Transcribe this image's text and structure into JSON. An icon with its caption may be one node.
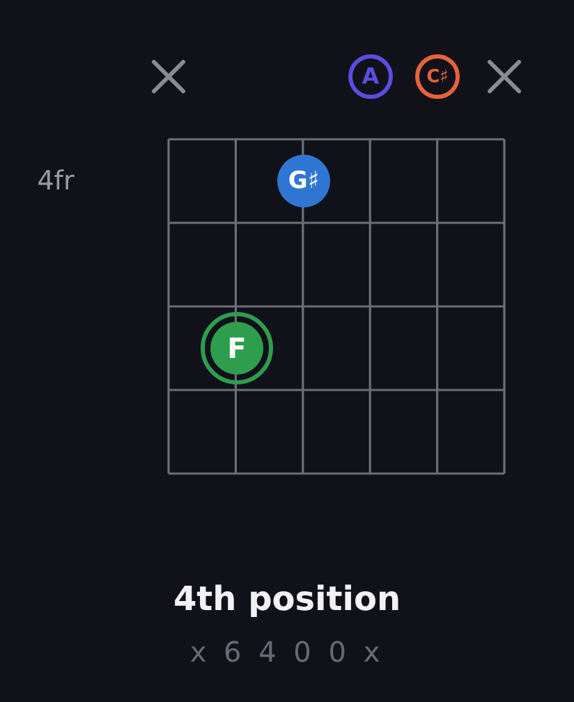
{
  "diagram": {
    "caption": "4th position",
    "nodes": [
      {
        "text": [
          "A"
        ]
      },
      {
        "text": [
          "C♯"
        ]
      },
      {
        "text": [
          "G♯"
        ]
      },
      {
        "text": [
          "F"
        ]
      }
    ],
    "labels": [
      "4fr",
      "x 6 4 0 0 x"
    ]
  }
}
